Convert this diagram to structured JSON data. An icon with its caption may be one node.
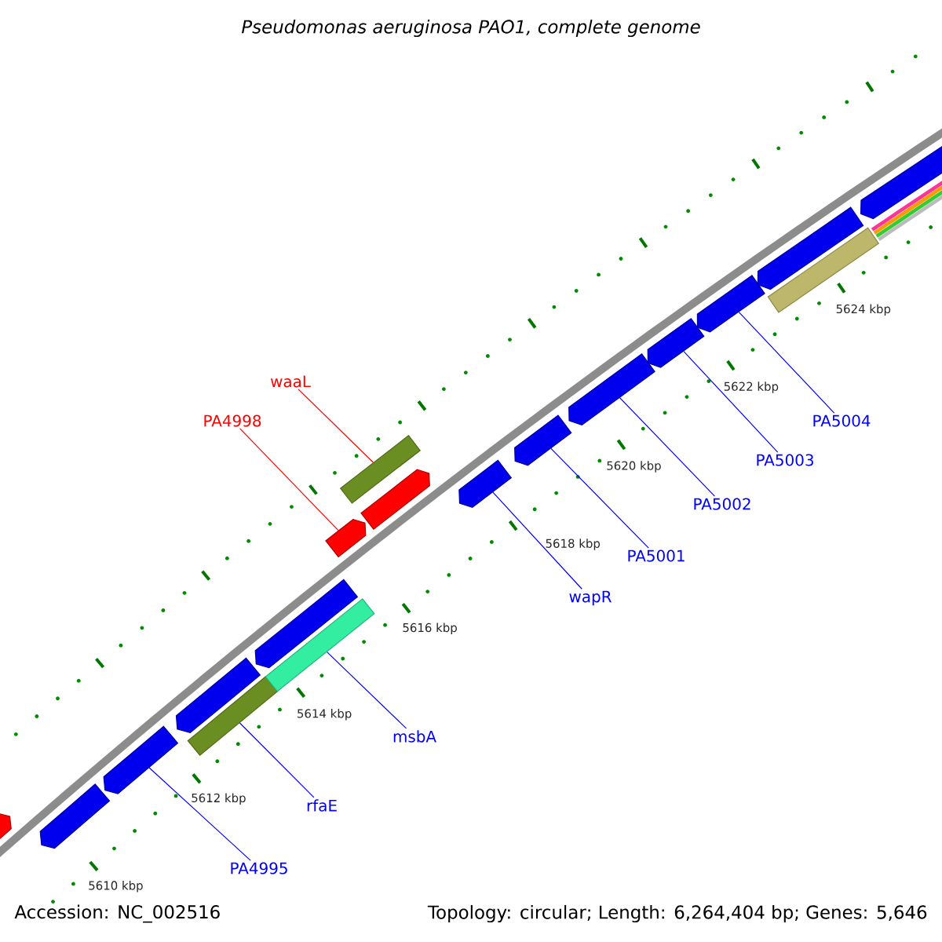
{
  "diagram": {
    "title": "Pseudomonas aeruginosa PAO1, complete genome",
    "nodes": [
      {
        "text": [
          "waaL"
        ]
      },
      {
        "text": [
          "PA4998"
        ]
      },
      {
        "text": [
          "PA5004"
        ]
      },
      {
        "text": [
          "PA5003"
        ]
      },
      {
        "text": [
          "PA5002"
        ]
      },
      {
        "text": [
          "PA5001"
        ]
      },
      {
        "text": [
          "wapR"
        ]
      },
      {
        "text": [
          "msbA"
        ]
      },
      {
        "text": [
          "rfaE"
        ]
      },
      {
        "text": [
          "PA4995"
        ]
      },
      {
        "text": [],
        "shape": "arrow"
      },
      {
        "text": [],
        "shape": "arrow"
      },
      {
        "text": [],
        "shape": "arrow"
      },
      {
        "text": [],
        "shape": "arrow"
      },
      {
        "text": [],
        "shape": "bar"
      },
      {
        "text": [],
        "shape": "arrow"
      },
      {
        "text": [],
        "shape": "bar"
      },
      {
        "text": [],
        "shape": "arrow"
      },
      {
        "text": [],
        "shape": "bar"
      },
      {
        "text": [],
        "shape": "arrow"
      },
      {
        "text": [],
        "shape": "arrow"
      },
      {
        "text": [],
        "shape": "arrow"
      },
      {
        "text": [],
        "shape": "arrow"
      },
      {
        "text": [],
        "shape": "arrow"
      },
      {
        "text": [],
        "shape": "arrow"
      },
      {
        "text": [],
        "shape": "arrow"
      },
      {
        "text": [],
        "shape": "bar"
      },
      {
        "text": [],
        "shape": "arrow"
      }
    ],
    "edges": [
      {
        "from": 0,
        "to": 18,
        "arrow": "none",
        "color": "#ff0000"
      },
      {
        "from": 1,
        "to": 17,
        "arrow": "none",
        "color": "#ff0000"
      },
      {
        "from": 2,
        "to": 24,
        "arrow": "none"
      },
      {
        "from": 3,
        "to": 23,
        "arrow": "none"
      },
      {
        "from": 4,
        "to": 22,
        "arrow": "none"
      },
      {
        "from": 5,
        "to": 21,
        "arrow": "none"
      },
      {
        "from": 6,
        "to": 20,
        "arrow": "none"
      },
      {
        "from": 7,
        "to": 16,
        "arrow": "none"
      },
      {
        "from": 8,
        "to": 14,
        "arrow": "none"
      },
      {
        "from": 9,
        "to": 12,
        "arrow": "none"
      }
    ],
    "labels": [
      "5624 kbp",
      "5622 kbp",
      "5620 kbp",
      "5618 kbp",
      "5616 kbp",
      "5614 kbp",
      "5612 kbp",
      "5610 kbp",
      "Accession: NC_002516",
      "Topology: circular; Length: 6,264,404 bp; Genes: 5,646"
    ]
  }
}
